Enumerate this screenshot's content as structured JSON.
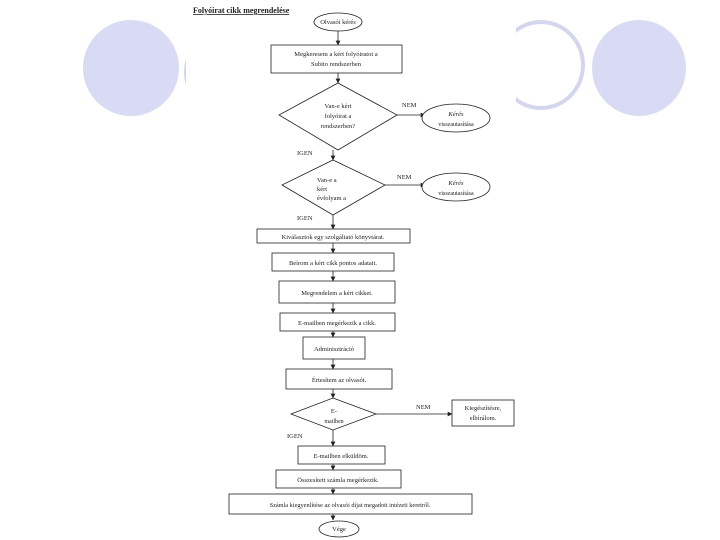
{
  "slide": {
    "decor": {
      "circle_fill": "#d9dbf4",
      "ring_color": "#d4d6ee",
      "line_color": "#222222"
    }
  },
  "diagram": {
    "title": "Folyóirat cikk megrendelése",
    "nodes": {
      "start": "Olvasói kérés",
      "search": [
        "Megkeresem a kért folyóiratot a",
        "Subito rendszerben"
      ],
      "dec1": [
        "Van-e kért",
        "folyóirat a",
        "rendszerben?"
      ],
      "reject1": [
        "Kérés",
        "visszautasítása"
      ],
      "dec2": [
        "Van-e a",
        "kért",
        "évfolyam a"
      ],
      "reject2": [
        "Kérés",
        "visszautasítása"
      ],
      "select": "Kiválasztok egy szolgáltató könyvtárat.",
      "enter": "Beírom a kért cikk pontos adatait.",
      "order": "Megrendelem a kért cikket.",
      "email_arrive": "E-mailben megérkezik a cikk.",
      "admin": "Adminisztráció",
      "notify": "Értesítem az olvasót.",
      "dec3": [
        "E-",
        "mailben"
      ],
      "complaint": [
        "Kiegészítésre,",
        "elbírálom."
      ],
      "email_ok": "E-mailben elküldöm.",
      "invoice": "Összesített számla megérkezik.",
      "settle": "Számla kiegyenlítése az olvasói díjat megadott intézeti keretről.",
      "end": "Vége"
    },
    "labels": {
      "no1": "NEM",
      "yes1": "IGEN",
      "no2": "NEM",
      "yes2": "IGEN",
      "no3": "NEM",
      "yes3": "IGEN"
    }
  }
}
